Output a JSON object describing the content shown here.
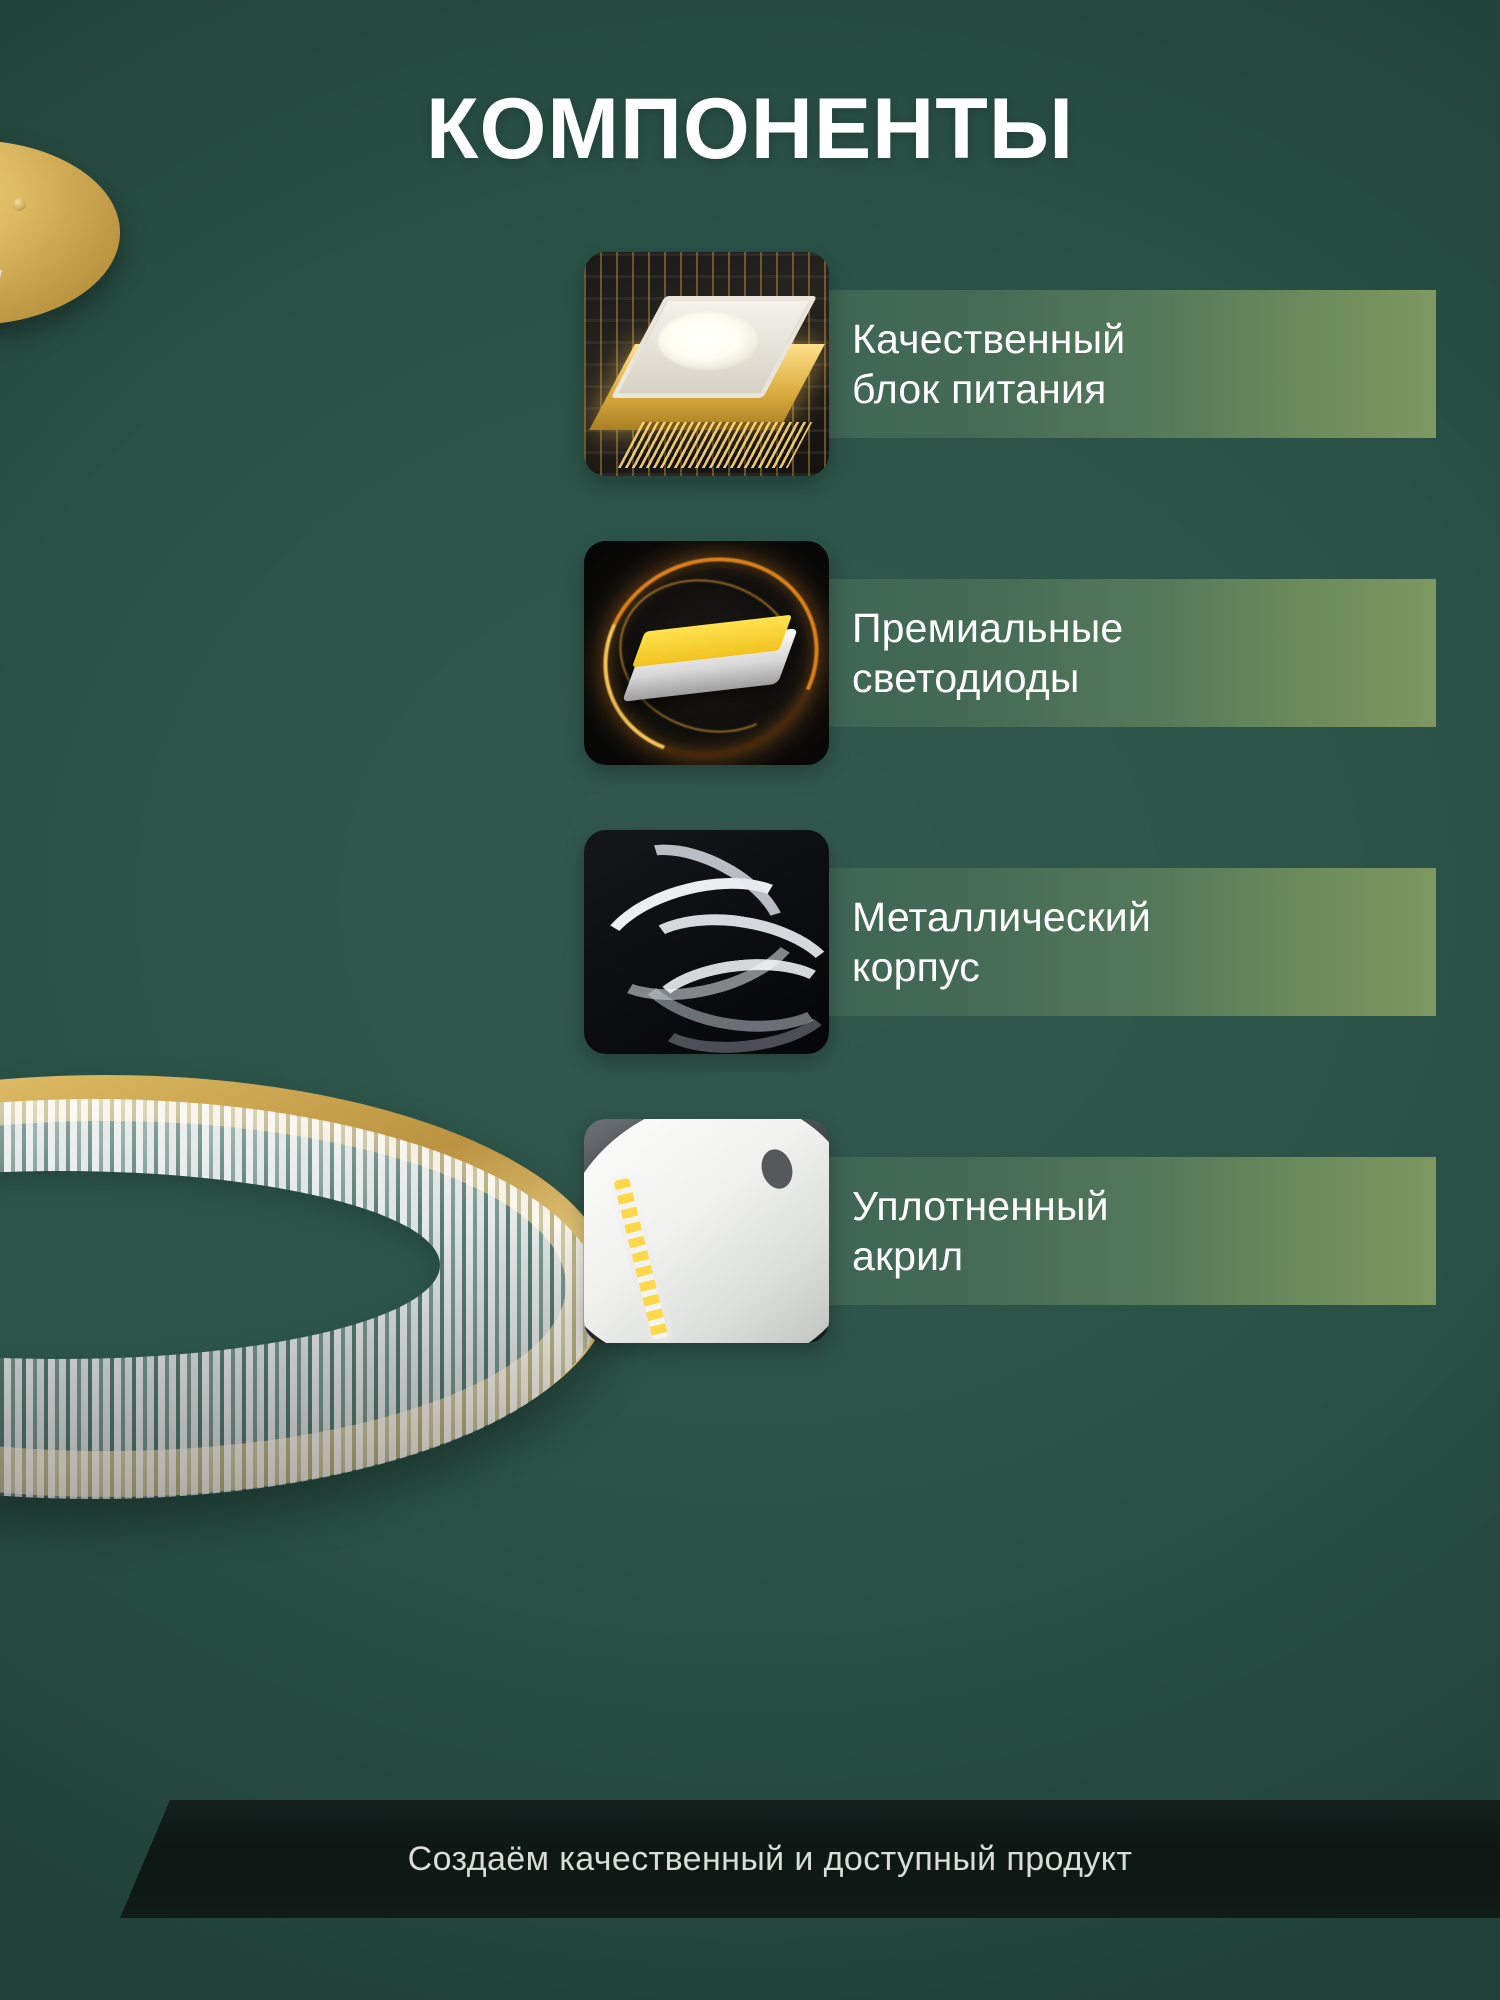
{
  "page": {
    "title": "КОМПОНЕНТЫ",
    "background_color": "#2a5247",
    "accent_gold": "#d9b55f",
    "panel_gradient_from": "#3d6354",
    "panel_gradient_to": "#7d9860"
  },
  "product": {
    "name": "gold-ring-pendant-chandelier",
    "parts": {
      "canopy": "ceiling-canopy",
      "suspension": "steel-cable",
      "ring": "crystal-led-ring"
    }
  },
  "features": [
    {
      "label": "Качественный\nблок питания",
      "icon": "power-supply-chip-photo"
    },
    {
      "label": "Премиальные\nсветодиоды",
      "icon": "led-diode-photo"
    },
    {
      "label": "Металлический\nкорпус",
      "icon": "metal-body-photo"
    },
    {
      "label": "Уплотненный\nакрил",
      "icon": "acrylic-diffuser-photo"
    }
  ],
  "footer": {
    "tagline": "Создаём качественный и доступный продукт"
  }
}
